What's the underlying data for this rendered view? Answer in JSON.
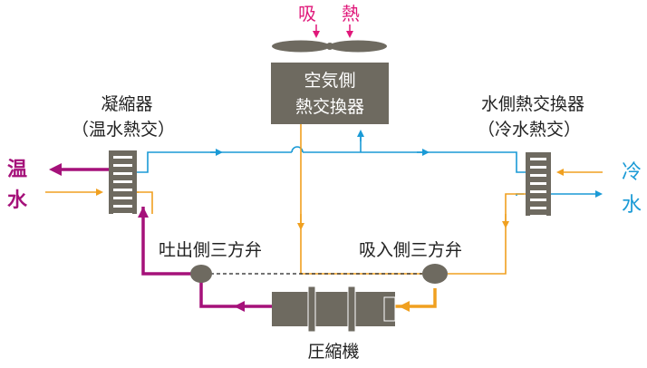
{
  "colors": {
    "hot": "#a5117a",
    "cold": "#1a9ad6",
    "refrigerant": "#f0a020",
    "equipment": "#6e6a60",
    "accent_pink": "#e0187a",
    "text": "#222222"
  },
  "labels": {
    "heat_absorb_1": "吸",
    "heat_absorb_2": "熱",
    "air_hx_line1": "空気側",
    "air_hx_line2": "熱交換器",
    "condenser_line1": "凝縮器",
    "condenser_line2": "（温水熱交）",
    "water_hx_line1": "水側熱交換器",
    "water_hx_line2": "（冷水熱交）",
    "hot_water_1": "温",
    "hot_water_2": "水",
    "cold_water_1": "冷",
    "cold_water_2": "水",
    "discharge_valve": "吐出側三方弁",
    "suction_valve": "吸入側三方弁",
    "compressor": "圧縮機"
  },
  "icons": {
    "fan": "fan-blades-icon",
    "valve": "three-way-valve-icon",
    "coil": "heat-exchanger-coil-icon"
  }
}
